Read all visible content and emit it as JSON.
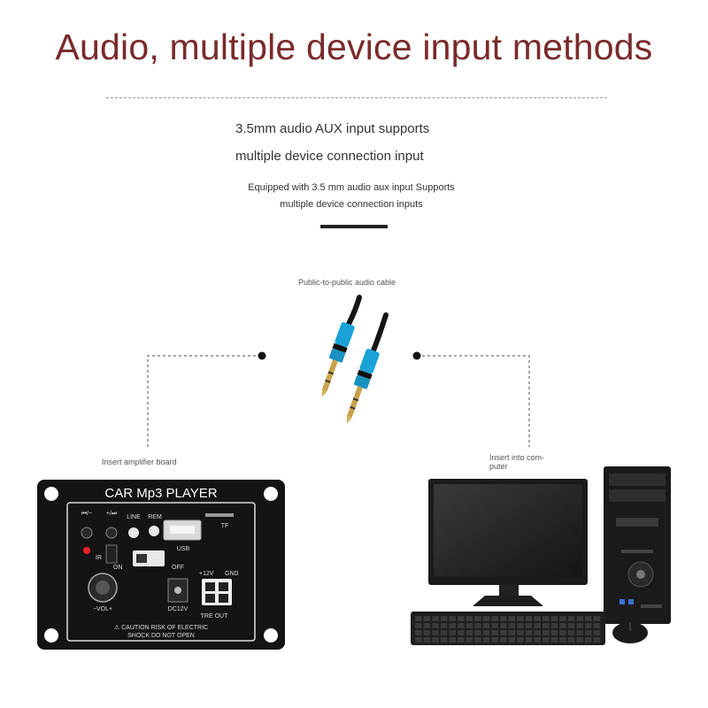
{
  "headline": "Audio, multiple device input methods",
  "description": {
    "line1": "3.5mm audio AUX input supports",
    "line2": "multiple device connection input",
    "small_line1": "Equipped with 3.5 mm audio aux input Supports",
    "small_line2": "multiple device connection inputs"
  },
  "captions": {
    "cable": "Public-to-public audio cable",
    "amplifier": "Insert amplifier board",
    "computer": "Insert into com-\nputer"
  },
  "board": {
    "title": "CAR Mp3 PLAYER",
    "labels": {
      "prev_vol": "⏮/−",
      "next_vol": "+/⏭",
      "line": "LINE",
      "rem": "REM",
      "tf": "TF",
      "ir": "IR",
      "usb": "USB",
      "on": "ON",
      "off": "OFF",
      "plus12v": "+12V",
      "gnd": "GND",
      "vol": "−VOL+",
      "dc12v": "DC12V",
      "tre_out": "TRE OUT",
      "caution1": "⚠ CAUTION RISK OF ELECTRIC",
      "caution2": "SHOCK DO NOT OPEN"
    }
  },
  "colors": {
    "headline": "#7a2a2a",
    "cable_blue": "#1aa3d6",
    "plug_gold": "#c9a24a"
  }
}
